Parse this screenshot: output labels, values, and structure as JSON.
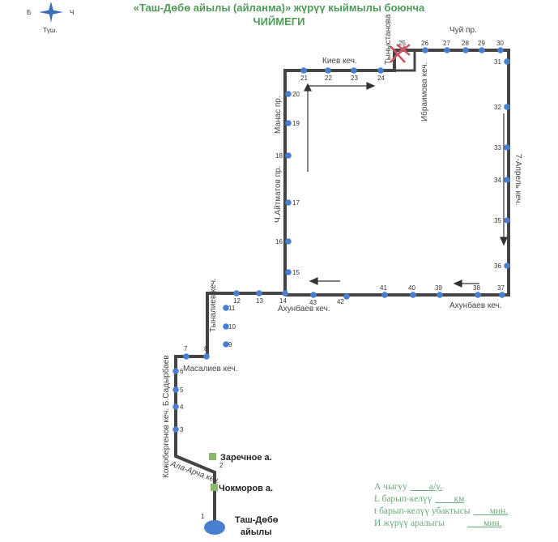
{
  "title": {
    "line1": "«Таш-Дөбө айылы (айланма)» жүрүү кыймылы боюнча",
    "line2": "ЧИЙМЕГИ"
  },
  "compass": {
    "west": "Б",
    "east": "Ч",
    "south": "Түш."
  },
  "streets": {
    "kiev": "Киев кеч.",
    "chui": "Чуй пр.",
    "tynystanova": "Тыныстанова",
    "ibraimova": "Ибраимова кеч.",
    "manas": "Манас пр.",
    "aitmatov": "Ч.Айтматов пр.",
    "aprel": "7-Апрель кеч.",
    "akhunbaev1": "Ахунбаев кеч.",
    "akhunbaev2": "Ахунбаев кеч.",
    "tynaliev": "Тыналиев кеч.",
    "masaliev": "Масалиев кеч.",
    "kojobergenov": "Кожобергенов кеч. Б.Садырбаев",
    "alaarcha": "Ала-Арча кеч."
  },
  "places": {
    "zarechnoe": "Заречное а.",
    "chokmorov": "Чокморов а.",
    "tashdobo1": "Таш-Дөбө",
    "tashdobo2": "айылы"
  },
  "stops": [
    "1",
    "2",
    "3",
    "4",
    "5",
    "6",
    "7",
    "8",
    "9",
    "10",
    "11",
    "12",
    "13",
    "14",
    "15",
    "16",
    "17",
    "18",
    "19",
    "20",
    "21",
    "22",
    "23",
    "24",
    "25",
    "26",
    "27",
    "28",
    "29",
    "30",
    "31",
    "32",
    "33",
    "34",
    "35",
    "36",
    "37",
    "38",
    "39",
    "40",
    "41",
    "42",
    "43"
  ],
  "legend": {
    "a_label": "А чыгуу",
    "a_unit": "а/у.",
    "l_label": "L барып-келүү",
    "l_unit": "км",
    "t_label": "t барып-келүү убактысы",
    "t_unit": "мин.",
    "i_label": "И жүрүү аралыгы",
    "i_unit": "мин."
  },
  "colors": {
    "route": "#444444",
    "stop": "#4a7fcf",
    "title": "#4f9a5a",
    "place": "#8bb86a",
    "closed": "#cc5566"
  }
}
